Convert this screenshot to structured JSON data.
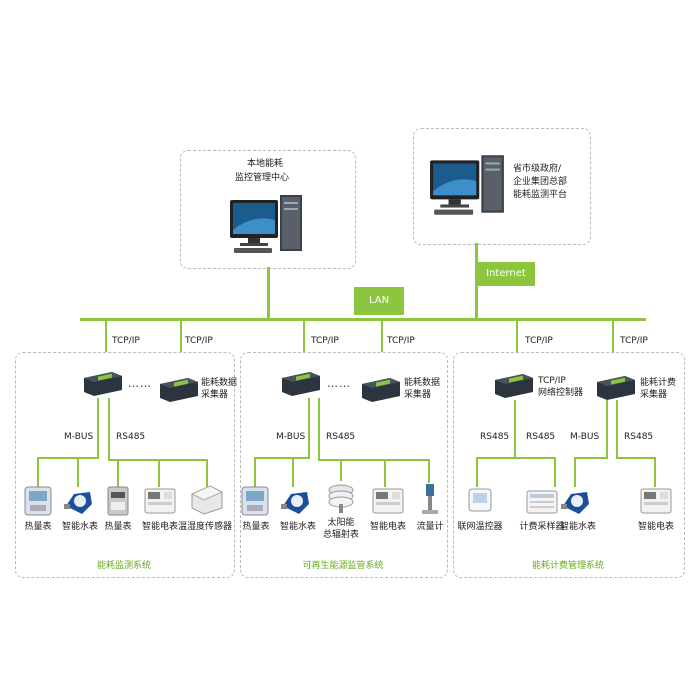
{
  "center": {
    "title_line1": "本地能耗",
    "title_line2": "监控管理中心"
  },
  "gov": {
    "line1": "省市级政府/",
    "line2": "企业集团总部",
    "line3": "能耗监测平台"
  },
  "network": {
    "internet": "Internet",
    "lan": "LAN"
  },
  "protocols": {
    "tcpip": "TCP/IP",
    "mbus": "M-BUS",
    "rs485": "RS485",
    "dots": "……"
  },
  "collectors": {
    "energy_collector_1": "能耗数据",
    "energy_collector_2": "采集器",
    "net_ctrl_1": "TCP/IP",
    "net_ctrl_2": "网络控制器",
    "billing_1": "能耗计费",
    "billing_2": "采集器"
  },
  "devices": {
    "heat_meter": "热量表",
    "smart_water": "智能水表",
    "smart_meter": "智能电表",
    "temp_humidity": "温湿度传感器",
    "solar_1": "太阳能",
    "solar_2": "总辐射表",
    "flow_meter": "流量计",
    "thermostat": "联网温控器",
    "billing_sampler": "计费采样器"
  },
  "systems": {
    "left": "能耗监测系统",
    "middle": "可再生能源监管系统",
    "right": "能耗计费管理系统"
  },
  "colors": {
    "green": "#8cc63f",
    "dash": "#bbbbbb",
    "device_dark": "#2c3440"
  }
}
